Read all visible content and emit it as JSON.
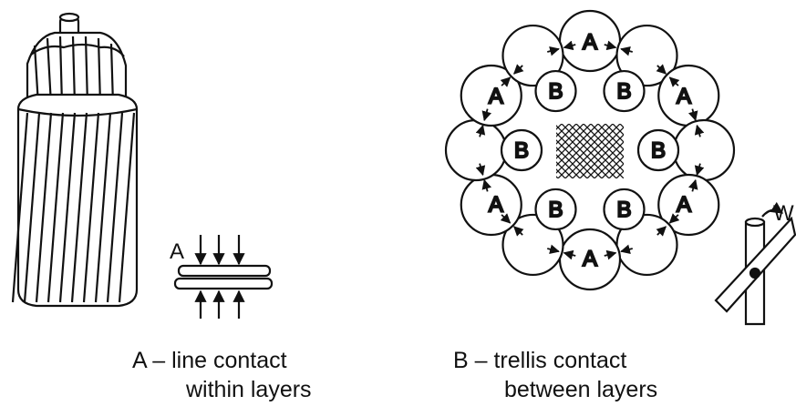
{
  "labels": {
    "line_arrow": "A",
    "cross_angle": "W",
    "outer_contact": "A",
    "inner_contact": "B"
  },
  "captions": {
    "left_line1": "A – line contact",
    "left_line2": "within layers",
    "right_line1": "B – trellis contact",
    "right_line2": "between layers"
  },
  "colors": {
    "ink": "#111111",
    "paper": "#ffffff"
  }
}
